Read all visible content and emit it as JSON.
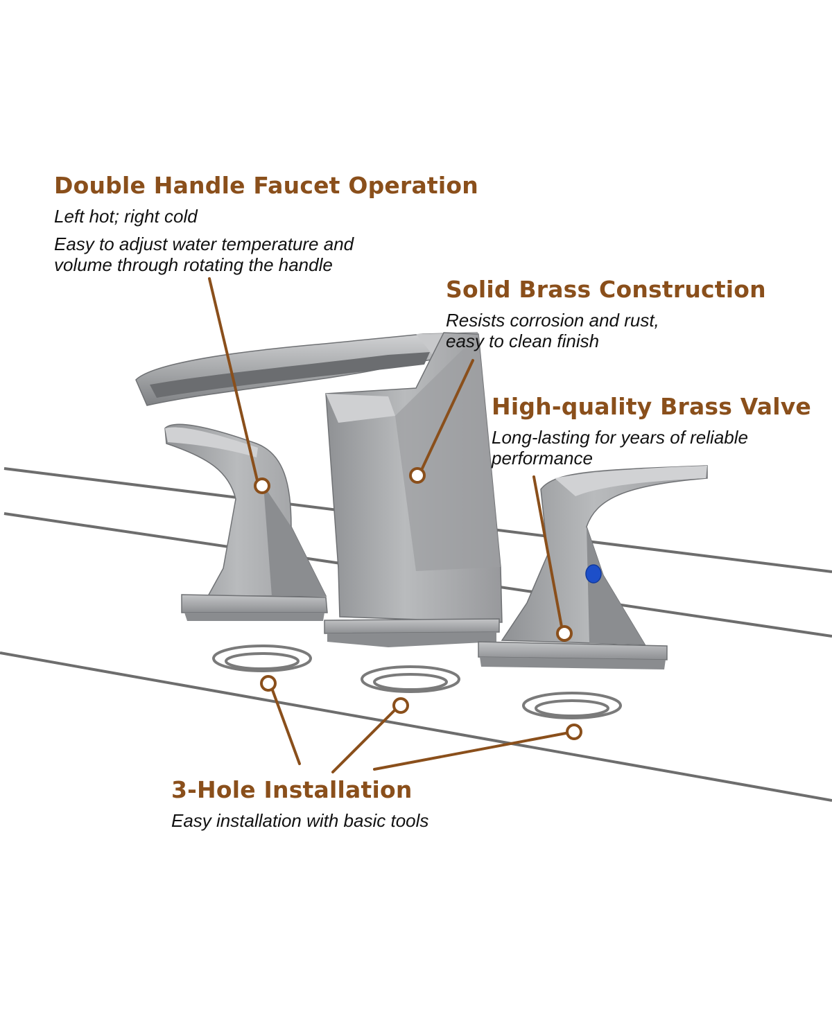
{
  "colors": {
    "accent": "#8a4f1b",
    "text": "#111111",
    "counter_line": "#6d6d6d",
    "metal": "#a9abad",
    "cold_indicator": "#1d4fc9"
  },
  "callouts": {
    "operation": {
      "title": "Double Handle Faucet Operation",
      "line1": "Left hot; right cold",
      "line2": "Easy to adjust water temperature and",
      "line3": "volume through rotating the handle"
    },
    "construction": {
      "title": "Solid Brass Construction",
      "line1": "Resists corrosion and rust,",
      "line2": "easy to clean finish"
    },
    "valve": {
      "title": "High-quality Brass Valve",
      "line1": "Long-lasting for years of reliable",
      "line2": "performance"
    },
    "installation": {
      "title": "3-Hole Installation",
      "line1": "Easy installation with basic tools"
    }
  },
  "icons": {
    "marker": "ring-marker-icon",
    "cold": "blue-cold-indicator-icon"
  }
}
